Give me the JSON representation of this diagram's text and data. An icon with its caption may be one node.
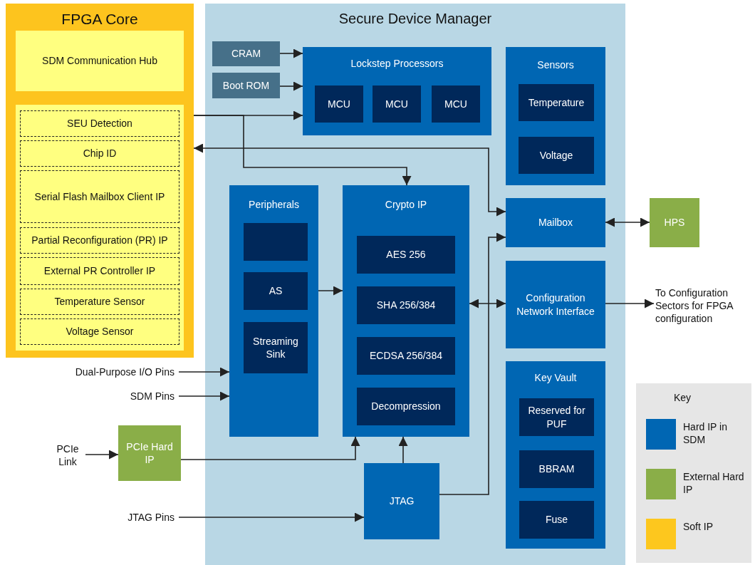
{
  "diagram": {
    "nodes": [
      {
        "text": [
          "FPGA Core"
        ]
      },
      {
        "text": [
          "SDM Communication Hub"
        ],
        "in": 0
      },
      {
        "text": [],
        "shape": "box",
        "in": 0
      },
      {
        "text": [
          "SEU Detection"
        ],
        "in": 2
      },
      {
        "text": [
          "Chip ID"
        ],
        "in": 2
      },
      {
        "text": [
          "Serial Flash Mailbox Client IP"
        ],
        "in": 2
      },
      {
        "text": [
          "Partial Reconfiguration (PR) IP"
        ],
        "in": 2
      },
      {
        "text": [
          "External PR Controller IP"
        ],
        "in": 2
      },
      {
        "text": [
          "Temperature Sensor"
        ],
        "in": 2
      },
      {
        "text": [
          "Voltage Sensor"
        ],
        "in": 2
      },
      {
        "text": [
          "Secure Device Manager"
        ]
      },
      {
        "text": [
          "CRAM"
        ],
        "in": 10
      },
      {
        "text": [
          "Boot ROM"
        ],
        "in": 10
      },
      {
        "text": [
          "Lockstep Processors"
        ],
        "in": 10
      },
      {
        "text": [
          "MCU"
        ],
        "in": 13
      },
      {
        "text": [
          "MCU"
        ],
        "in": 13
      },
      {
        "text": [
          "MCU"
        ],
        "in": 13
      },
      {
        "text": [
          "Sensors"
        ],
        "in": 10
      },
      {
        "text": [
          "Temperature"
        ],
        "in": 17
      },
      {
        "text": [
          "Voltage"
        ],
        "in": 17
      },
      {
        "text": [
          "Peripherals"
        ],
        "in": 10
      },
      {
        "text": [],
        "shape": "box",
        "in": 20
      },
      {
        "text": [
          "AS"
        ],
        "in": 20
      },
      {
        "text": [
          "Streaming Sink"
        ],
        "in": 20
      },
      {
        "text": [
          "Crypto IP"
        ],
        "in": 10
      },
      {
        "text": [
          "AES 256"
        ],
        "in": 24
      },
      {
        "text": [
          "SHA 256/384"
        ],
        "in": 24
      },
      {
        "text": [
          "ECDSA 256/384"
        ],
        "in": 24
      },
      {
        "text": [
          "Decompression"
        ],
        "in": 24
      },
      {
        "text": [
          "Mailbox"
        ],
        "in": 10
      },
      {
        "text": [
          "Configuration Network Interface"
        ],
        "in": 10
      },
      {
        "text": [
          "Key Vault"
        ],
        "in": 10
      },
      {
        "text": [
          "Reserved for PUF"
        ],
        "in": 31
      },
      {
        "text": [
          "BBRAM"
        ],
        "in": 31
      },
      {
        "text": [
          "Fuse"
        ],
        "in": 31
      },
      {
        "text": [
          "JTAG"
        ],
        "in": 10
      },
      {
        "text": [
          "HPS"
        ]
      },
      {
        "text": [
          "To Configuration Sectors for FPGA configuration"
        ]
      },
      {
        "text": [
          "Dual-Purpose I/O Pins"
        ]
      },
      {
        "text": [
          "SDM Pins"
        ]
      },
      {
        "text": [
          "PCIe Hard IP"
        ]
      },
      {
        "text": [
          "PCIe Link"
        ]
      },
      {
        "text": [
          "JTAG Pins"
        ]
      }
    ],
    "edges": [
      {
        "from": 11,
        "to": 13,
        "arrow": "to"
      },
      {
        "from": 12,
        "to": 13,
        "arrow": "to"
      },
      {
        "from": 0,
        "to": 13,
        "arrow": "to"
      },
      {
        "from": 0,
        "to": 24,
        "arrow": "to"
      },
      {
        "from": 29,
        "to": 0,
        "arrow": "both"
      },
      {
        "from": 29,
        "to": 36,
        "arrow": "both"
      },
      {
        "from": 24,
        "to": 30,
        "arrow": "both"
      },
      {
        "from": 35,
        "to": 29,
        "arrow": "to"
      },
      {
        "from": 30,
        "to": 37,
        "arrow": "to"
      },
      {
        "from": 20,
        "to": 24,
        "arrow": "to"
      },
      {
        "from": 38,
        "to": 20,
        "arrow": "to"
      },
      {
        "from": 39,
        "to": 20,
        "arrow": "to"
      },
      {
        "from": 41,
        "to": 40,
        "arrow": "to"
      },
      {
        "from": 40,
        "to": 24,
        "arrow": "to"
      },
      {
        "from": 35,
        "to": 24,
        "arrow": "to"
      },
      {
        "from": 42,
        "to": 35,
        "arrow": "to"
      }
    ],
    "labels": [
      "Key"
    ],
    "legend": [
      {
        "text": "Hard IP in SDM",
        "color": "#0066b3"
      },
      {
        "text": "External Hard IP",
        "color": "#8aae48"
      },
      {
        "text": "Soft IP",
        "color": "#fdc71e"
      }
    ]
  }
}
